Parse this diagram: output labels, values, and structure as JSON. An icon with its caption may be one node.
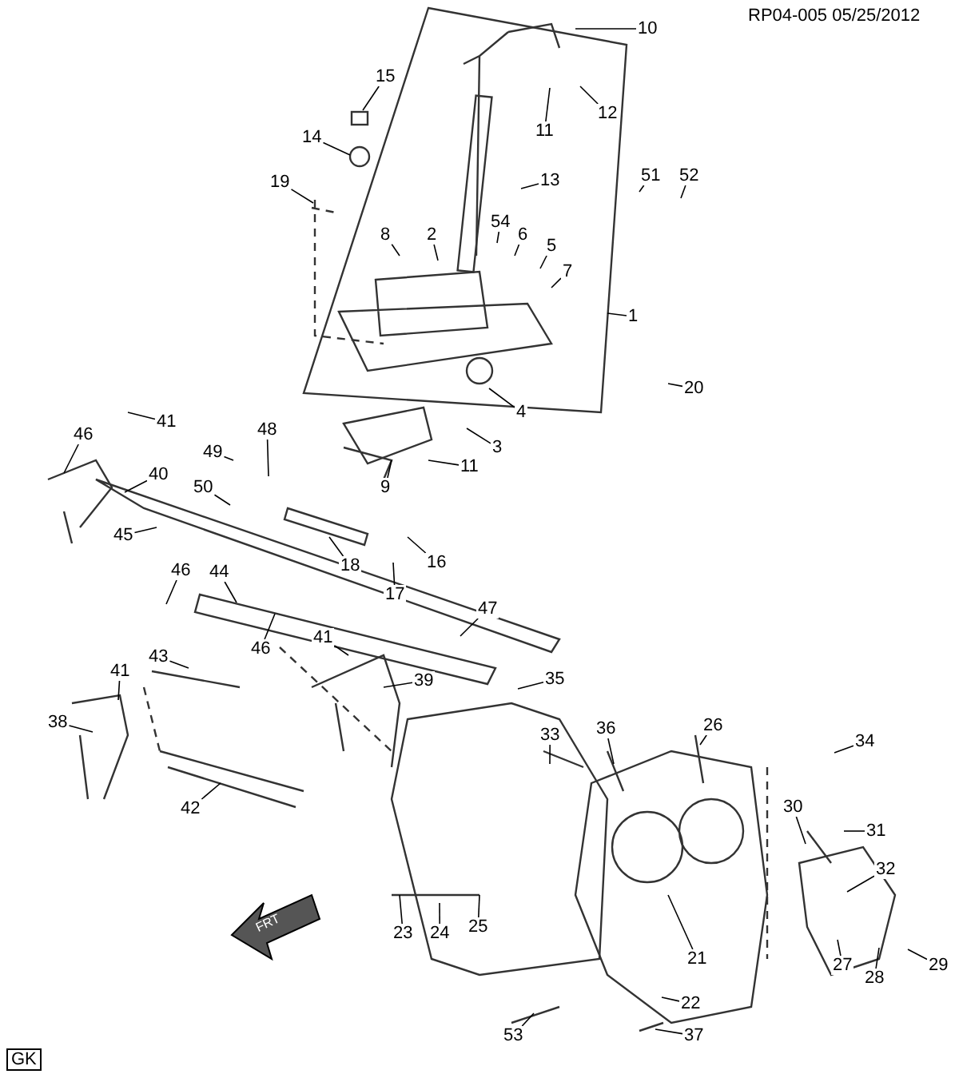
{
  "diagram": {
    "nodes": [
      {
        "text": [
          "10"
        ]
      },
      {
        "text": [
          "12"
        ]
      },
      {
        "text": [
          "11"
        ]
      },
      {
        "text": [
          "13"
        ]
      },
      {
        "text": [
          "15"
        ]
      },
      {
        "text": [
          "14"
        ]
      },
      {
        "text": [
          "51"
        ]
      },
      {
        "text": [
          "52"
        ]
      },
      {
        "text": [
          "19"
        ]
      },
      {
        "text": [
          "54"
        ]
      },
      {
        "text": [
          "6"
        ]
      },
      {
        "text": [
          "5"
        ]
      },
      {
        "text": [
          "8"
        ]
      },
      {
        "text": [
          "2"
        ]
      },
      {
        "text": [
          "7"
        ]
      },
      {
        "text": [
          "1"
        ]
      },
      {
        "text": [
          "20"
        ]
      },
      {
        "text": [
          "4"
        ]
      },
      {
        "text": [
          "3"
        ]
      },
      {
        "text": [
          "11"
        ]
      },
      {
        "text": [
          "9"
        ]
      },
      {
        "text": [
          "46"
        ]
      },
      {
        "text": [
          "41"
        ]
      },
      {
        "text": [
          "40"
        ]
      },
      {
        "text": [
          "49"
        ]
      },
      {
        "text": [
          "48"
        ]
      },
      {
        "text": [
          "50"
        ]
      },
      {
        "text": [
          "45"
        ]
      },
      {
        "text": [
          "18"
        ]
      },
      {
        "text": [
          "16"
        ]
      },
      {
        "text": [
          "17"
        ]
      },
      {
        "text": [
          "46"
        ]
      },
      {
        "text": [
          "44"
        ]
      },
      {
        "text": [
          "46"
        ]
      },
      {
        "text": [
          "47"
        ]
      },
      {
        "text": [
          "41"
        ]
      },
      {
        "text": [
          "43"
        ]
      },
      {
        "text": [
          "41"
        ]
      },
      {
        "text": [
          "39"
        ]
      },
      {
        "text": [
          "35"
        ]
      },
      {
        "text": [
          "33"
        ]
      },
      {
        "text": [
          "36"
        ]
      },
      {
        "text": [
          "26"
        ]
      },
      {
        "text": [
          "34"
        ]
      },
      {
        "text": [
          "38"
        ]
      },
      {
        "text": [
          "30"
        ]
      },
      {
        "text": [
          "31"
        ]
      },
      {
        "text": [
          "42"
        ]
      },
      {
        "text": [
          "32"
        ]
      },
      {
        "text": [
          "23"
        ]
      },
      {
        "text": [
          "24"
        ]
      },
      {
        "text": [
          "25"
        ]
      },
      {
        "text": [
          "21"
        ]
      },
      {
        "text": [
          "27"
        ]
      },
      {
        "text": [
          "28"
        ]
      },
      {
        "text": [
          "29"
        ]
      },
      {
        "text": [
          "22"
        ]
      },
      {
        "text": [
          "53"
        ]
      },
      {
        "text": [
          "37"
        ]
      }
    ],
    "edges": [
      {
        "from": 0,
        "to": null,
        "arrow": "none"
      },
      {
        "from": 1,
        "to": null,
        "arrow": "none"
      },
      {
        "from": 2,
        "to": null,
        "arrow": "none"
      },
      {
        "from": 3,
        "to": null,
        "arrow": "none"
      },
      {
        "from": 4,
        "to": null,
        "arrow": "none"
      },
      {
        "from": 5,
        "to": null,
        "arrow": "none"
      },
      {
        "from": 6,
        "to": null,
        "arrow": "none"
      },
      {
        "from": 7,
        "to": null,
        "arrow": "none"
      },
      {
        "from": 8,
        "to": null,
        "arrow": "none"
      },
      {
        "from": 9,
        "to": null,
        "arrow": "none"
      },
      {
        "from": 10,
        "to": null,
        "arrow": "none"
      },
      {
        "from": 11,
        "to": null,
        "arrow": "none"
      },
      {
        "from": 12,
        "to": null,
        "arrow": "none"
      },
      {
        "from": 13,
        "to": null,
        "arrow": "none"
      },
      {
        "from": 14,
        "to": null,
        "arrow": "none"
      },
      {
        "from": 15,
        "to": null,
        "arrow": "none"
      },
      {
        "from": 16,
        "to": null,
        "arrow": "none"
      },
      {
        "from": 17,
        "to": null,
        "arrow": "none"
      },
      {
        "from": 18,
        "to": null,
        "arrow": "none"
      },
      {
        "from": 19,
        "to": null,
        "arrow": "none"
      },
      {
        "from": 20,
        "to": null,
        "arrow": "none"
      },
      {
        "from": 21,
        "to": null,
        "arrow": "none"
      },
      {
        "from": 22,
        "to": null,
        "arrow": "none"
      },
      {
        "from": 23,
        "to": null,
        "arrow": "none"
      },
      {
        "from": 24,
        "to": null,
        "arrow": "none"
      },
      {
        "from": 25,
        "to": null,
        "arrow": "none"
      },
      {
        "from": 26,
        "to": null,
        "arrow": "none"
      },
      {
        "from": 27,
        "to": null,
        "arrow": "none"
      },
      {
        "from": 28,
        "to": null,
        "arrow": "none"
      },
      {
        "from": 29,
        "to": null,
        "arrow": "none"
      },
      {
        "from": 30,
        "to": null,
        "arrow": "none"
      },
      {
        "from": 31,
        "to": null,
        "arrow": "none"
      },
      {
        "from": 32,
        "to": null,
        "arrow": "none"
      },
      {
        "from": 33,
        "to": null,
        "arrow": "none"
      },
      {
        "from": 34,
        "to": null,
        "arrow": "none"
      },
      {
        "from": 35,
        "to": null,
        "arrow": "none"
      },
      {
        "from": 36,
        "to": null,
        "arrow": "none"
      },
      {
        "from": 37,
        "to": null,
        "arrow": "none"
      },
      {
        "from": 38,
        "to": null,
        "arrow": "none"
      },
      {
        "from": 39,
        "to": null,
        "arrow": "none"
      },
      {
        "from": 40,
        "to": null,
        "arrow": "none"
      },
      {
        "from": 41,
        "to": null,
        "arrow": "none"
      },
      {
        "from": 42,
        "to": null,
        "arrow": "none"
      },
      {
        "from": 43,
        "to": null,
        "arrow": "none"
      },
      {
        "from": 44,
        "to": null,
        "arrow": "none"
      },
      {
        "from": 45,
        "to": null,
        "arrow": "none"
      },
      {
        "from": 46,
        "to": null,
        "arrow": "none"
      },
      {
        "from": 47,
        "to": null,
        "arrow": "none"
      },
      {
        "from": 48,
        "to": null,
        "arrow": "none"
      },
      {
        "from": 49,
        "to": null,
        "arrow": "none"
      },
      {
        "from": 50,
        "to": null,
        "arrow": "none"
      },
      {
        "from": 51,
        "to": null,
        "arrow": "none"
      },
      {
        "from": 52,
        "to": null,
        "arrow": "none"
      },
      {
        "from": 53,
        "to": null,
        "arrow": "none"
      },
      {
        "from": 54,
        "to": null,
        "arrow": "none"
      },
      {
        "from": 55,
        "to": null,
        "arrow": "none"
      },
      {
        "from": 56,
        "to": null,
        "arrow": "none"
      },
      {
        "from": 57,
        "to": null,
        "arrow": "none"
      },
      {
        "from": 58,
        "to": null,
        "arrow": "none"
      }
    ],
    "labels": [
      "RP04-005 05/25/2012",
      "FRT",
      "GK"
    ]
  }
}
